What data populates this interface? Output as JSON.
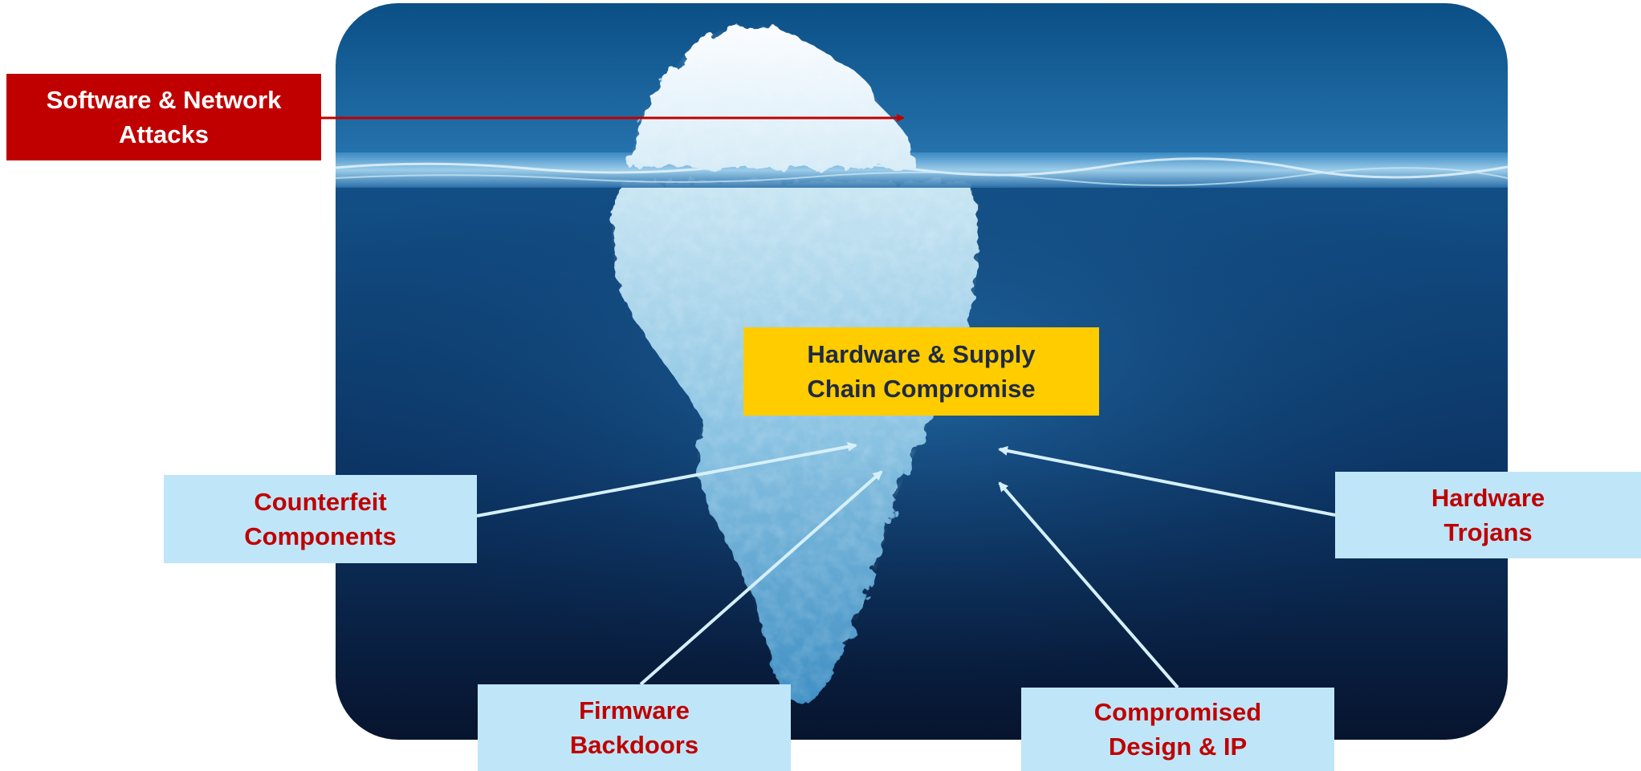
{
  "labels": {
    "surface": "Software & Network\nAttacks",
    "core": "Hardware & Supply\nChain Compromise",
    "counterfeit": "Counterfeit\nComponents",
    "firmware": "Firmware\nBackdoors",
    "compromised_design": "Compromised\nDesign & IP",
    "trojans": "Hardware\nTrojans"
  },
  "colors": {
    "surface_box": "#c00000",
    "core_box": "#ffcc00",
    "threat_box": "#bfe6f8",
    "threat_text": "#c00000",
    "surface_arrow": "#c00000",
    "threat_arrow": "#d6f0fb"
  },
  "image": {
    "subject": "iceberg-photo"
  }
}
